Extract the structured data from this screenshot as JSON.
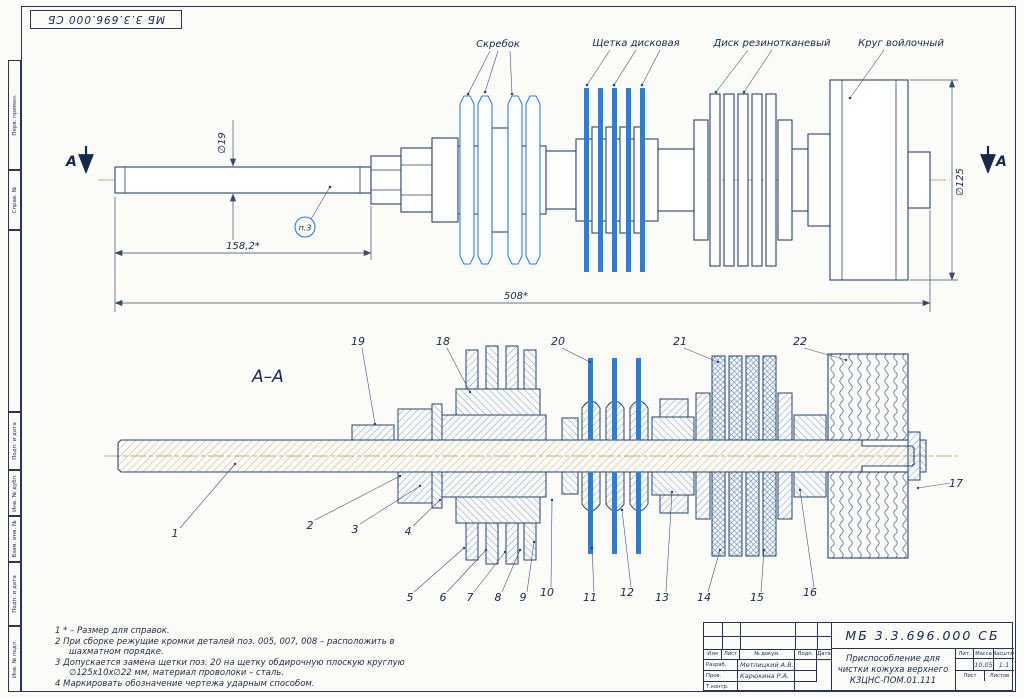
{
  "stamp": {
    "doc_number": "МБ 3.3.696.000 СБ"
  },
  "frame": {
    "left_labels": [
      "Перв. примен.",
      "Справ. №",
      "Подп. и дата",
      "Инв. № дубл.",
      "Взам. инв. №",
      "Подп. и дата",
      "Инв. № подл."
    ]
  },
  "top_view": {
    "section_letter": "А",
    "labels": {
      "scraper": "Скребок",
      "disc_brush": "Щетка дисковая",
      "rubber_disc": "Диск резинотканевый",
      "felt_wheel": "Круг войлочный"
    },
    "dims": {
      "d19": "∅19",
      "l158": "158,2*",
      "l508": "508*",
      "d125": "∅125",
      "pos_note": "п.3"
    }
  },
  "section_view": {
    "title": "А–А",
    "callouts": [
      "19",
      "18",
      "20",
      "21",
      "22",
      "1",
      "2",
      "3",
      "4",
      "5",
      "6",
      "7",
      "8",
      "9",
      "10",
      "11",
      "12",
      "13",
      "14",
      "15",
      "16",
      "17"
    ]
  },
  "notes": {
    "lines": [
      "1 * – Размер для справок.",
      "2 При сборке режущие кромки деталей поз. 005, 007, 008 – расположить в",
      "шахматном порядке.",
      "3 Допускается замена щетки поз. 20 на щетку обдирочную плоскую круглую",
      "∅125х10х∅22 мм, материал проволоки – сталь.",
      "4 Маркировать обозначение чертежа ударным способом."
    ]
  },
  "title_block": {
    "doc_number": "МБ 3.3.696.000 СБ",
    "header_cols": [
      "Изм",
      "Лист",
      "№ докум.",
      "Подп.",
      "Дата"
    ],
    "rows": [
      {
        "role": "Разраб.",
        "name": "Метлицкий А.В."
      },
      {
        "role": "Пров.",
        "name": "Карюкина Р.А."
      },
      {
        "role": "Т.контр.",
        "name": ""
      }
    ],
    "title_lines": [
      "Приспособление для",
      "чистки кожуха верхнего",
      "КЗЦНС-ПОМ.01.111"
    ],
    "lit_label": "Лит.",
    "mass_label": "Масса",
    "scale_label": "Масштаб",
    "mass": "10,05",
    "scale": "1:1",
    "sheet_label": "Лист",
    "sheets_label": "Листов"
  }
}
